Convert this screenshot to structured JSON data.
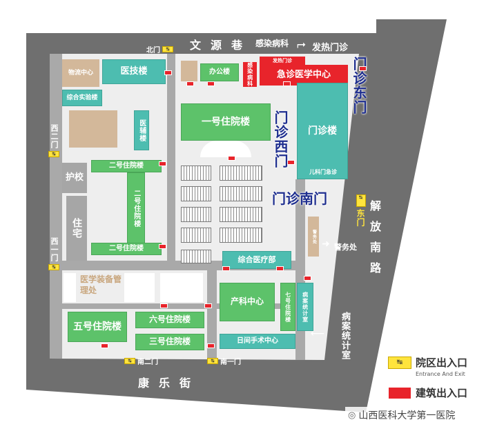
{
  "roads": {
    "north": "文源巷",
    "south": "康乐街",
    "east": "解放南路"
  },
  "gates": {
    "north": "北门",
    "west_2": "西二门",
    "west_1": "西一门",
    "south_2": "南二门",
    "south_1": "南一门",
    "east": "东门"
  },
  "buildings": {
    "logistics": "物流中心",
    "medtech": "医技楼",
    "lab": "综合实验楼",
    "aux": "医辅楼",
    "office": "办公楼",
    "infectious": "感染病科",
    "fever_clinic_small": "发热门诊",
    "emergency": "急诊医学中心",
    "inpatient1": "一号住院楼",
    "outpatient": "门诊楼",
    "pediatric": "儿科门急诊",
    "inpatient2_top": "二号住院楼",
    "inpatient2_side": "二号住院楼",
    "inpatient2_bottom": "二号住院楼",
    "nursing_school": "护校",
    "housing": "住宅",
    "equipment": "医学装备管理处",
    "inpatient5": "五号住院楼",
    "inpatient6": "六号住院楼",
    "inpatient3": "三号住院楼",
    "general_medical": "综合医疗部",
    "obstetrics": "产科中心",
    "inpatient7": "七号住院楼",
    "records_bld": "病案统计室",
    "day_surgery": "日间手术中心",
    "security": "警务处",
    "security_small": "警务处"
  },
  "callouts": {
    "fever_clinic": "发热门诊",
    "infectious": "感染病科",
    "records": "病案统计室",
    "security": "警务处"
  },
  "clinic_gates": {
    "east": "门诊东门",
    "west": "门诊西门",
    "south": "门诊南门"
  },
  "legend": {
    "campus_gate_cn": "院区出入口",
    "campus_gate_en": "Entrance And Exit",
    "building_gate_cn": "建筑出入口"
  },
  "watermark": "山西医科大学第一医院",
  "colors": {
    "inpatient": "#5dc26a",
    "clinic": "#4dbdb0",
    "road": "#6f6f6f",
    "emergency": "#e8242b",
    "gate": "#ffe43d",
    "clinic_gate_text": "#1e2e8f"
  }
}
